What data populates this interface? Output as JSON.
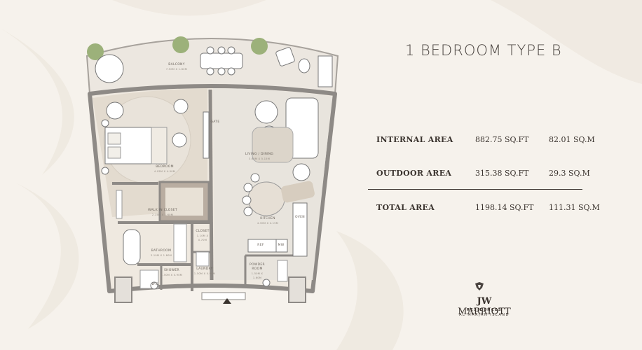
{
  "title": "1 BEDROOM TYPE B",
  "areas": [
    {
      "name": "INTERNAL AREA",
      "sqft": "882.75 SQ.FT",
      "sqm": "82.01 SQ.M"
    },
    {
      "name": "OUTDOOR AREA",
      "sqft": "315.38 SQ.FT",
      "sqm": "29.3 SQ.M"
    },
    {
      "name": "TOTAL AREA",
      "sqft": "1198.14 SQ.FT",
      "sqm": "111.31 SQ.M"
    }
  ],
  "rooms": {
    "balcony": {
      "name": "BALCONY",
      "dim": "7.50M X 1.80M"
    },
    "bedroom": {
      "name": "BEDROOM",
      "dim": "4.05M X 4.00M"
    },
    "living": {
      "name": "LIVING / DINING",
      "dim": "3.65M X 5.15M"
    },
    "walkin": {
      "name": "WALK IN CLOSET",
      "dim": "2.15M X 1.60M"
    },
    "kitchen": {
      "name": "KITCHEN",
      "dim": "4.30M X 2.15M"
    },
    "closet": {
      "name": "CLOSET",
      "dim": "1.10M X 0.70M"
    },
    "bathroom": {
      "name": "BATHROOM",
      "dim": "3.10M X 1.80M"
    },
    "shower": {
      "name": "SHOWER",
      "dim": "1.50M X 0.90M"
    },
    "wc": {
      "name": "W.C."
    },
    "laundry": {
      "name": "LAUNDRY",
      "dim": "1.50M X 0.90M"
    },
    "powder": {
      "name": "POWDER ROOM",
      "dim": "1.50M X 1.60M"
    },
    "ref": {
      "name": "REF"
    },
    "mw": {
      "name": "MW"
    },
    "oven": {
      "name": "OVEN"
    },
    "gate": {
      "name": "GATE"
    }
  },
  "brand": {
    "name_bold": "JW",
    "name_rest": " MARRIOTT",
    "line1": "RESIDENCES",
    "line2": "AL MARJAN ISLAND"
  },
  "colors": {
    "background": "#f6f2ec",
    "wall": "#8e8a86",
    "floor": "#ece6dd",
    "text_dark": "#3a332e"
  }
}
